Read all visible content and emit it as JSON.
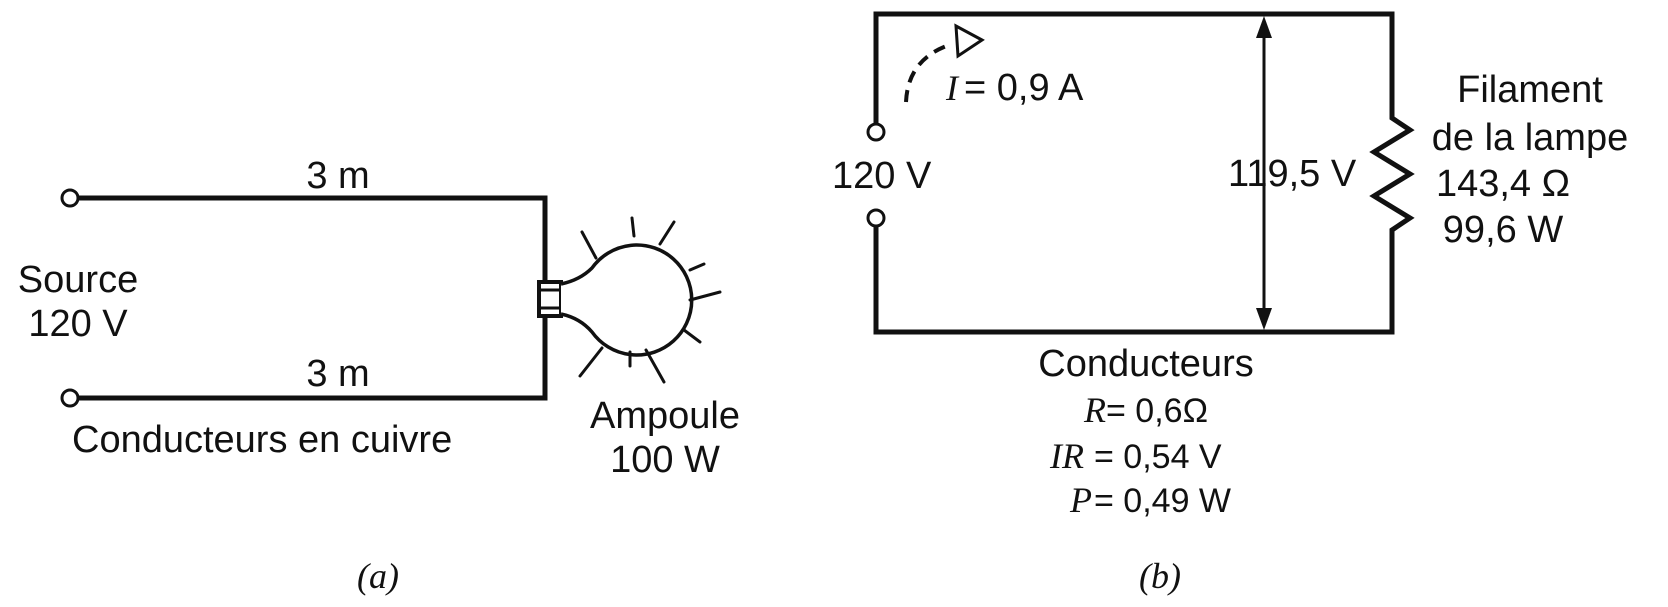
{
  "panel_a": {
    "top_length": "3 m",
    "bottom_length": "3 m",
    "source_line1": "Source",
    "source_line2": "120 V",
    "conductors_label": "Conducteurs en cuivre",
    "bulb_line1": "Ampoule",
    "bulb_line2": "100 W",
    "caption": "(a)"
  },
  "panel_b": {
    "current_var": "I",
    "current_value": "= 0,9  A",
    "source_voltage": "120 V",
    "load_voltage": "119,5  V",
    "filament_line1": "Filament",
    "filament_line2": "de la lampe",
    "filament_resistance": "143,4 Ω",
    "filament_power": "99,6  W",
    "conductors_title": "Conducteurs",
    "r_var": "R",
    "r_value": "= 0,6Ω",
    "ir_var": "IR",
    "ir_value": "= 0,54  V",
    "p_var": "P",
    "p_value": "= 0,49  W",
    "caption": "(b)"
  }
}
